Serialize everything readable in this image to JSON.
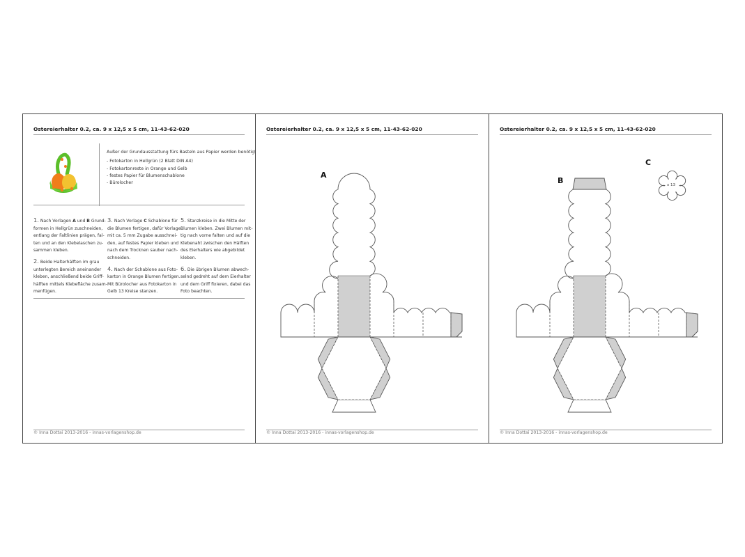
{
  "pages": [
    {
      "header": "Ostereierhalter 0.2, ca. 9 x 12,5 x 5 cm, 11-43-62-020",
      "footer": "© Inna Dottai 2013-2016 - innas-vorlagenshop.de"
    },
    {
      "header": "Ostereierhalter 0.2, ca. 9 x 12,5 x 5 cm, 11-43-62-020",
      "footer": "© Inna Dottai 2013-2016 - innas-vorlagenshop.de",
      "template_label": "A"
    },
    {
      "header": "Ostereierhalter 0.2, ca. 9 x 12,5 x 5 cm, 11-43-62-020",
      "footer": "© Inna Dottai 2013-2016 - innas-vorlagenshop.de",
      "template_label": "B",
      "flower_label": "C",
      "flower_count": "x 13"
    }
  ],
  "materials": {
    "intro": "Außer der Grundausstattung fürs Basteln aus Papier werden benötigt:",
    "items": [
      "- Fotokarton in Hellgrün (2 Blatt DIN A4)",
      "- Fotokartonreste in Orange und Gelb",
      "- festes Papier für Blumenschablone",
      "- Bürolocher"
    ]
  },
  "steps": [
    [
      {
        "num": "1.",
        "lines": [
          [
            " Nach Vorlagen ",
            {
              "b": "A"
            },
            " und ",
            {
              "b": "B"
            },
            " Grund-"
          ],
          [
            "formen in Hellgrün zuschneiden,"
          ],
          [
            "entlang der Faltlinien prägen, fal-"
          ],
          [
            "ten und an den Klebelaschen zu-"
          ],
          [
            "sammen kleben."
          ]
        ]
      },
      {
        "num": "2.",
        "lines": [
          [
            " Beide Halterhälften im grau"
          ],
          [
            "unterlegten Bereich aneinander"
          ],
          [
            "kleben, anschließend beide Griff-"
          ],
          [
            "hälften mittels Klebefläche zusam-"
          ],
          [
            "menfügen."
          ]
        ]
      }
    ],
    [
      {
        "num": "3.",
        "lines": [
          [
            " Nach Vorlage ",
            {
              "b": "C"
            },
            " Schablone für"
          ],
          [
            "die Blumen fertigen, dafür Vorlage"
          ],
          [
            "mit ca. 5 mm Zugabe ausschnei-"
          ],
          [
            "den, auf festes Papier kleben und"
          ],
          [
            "nach dem Trocknen sauber nach-"
          ],
          [
            "schneiden."
          ]
        ]
      },
      {
        "num": "4.",
        "lines": [
          [
            " Nach der Schablone aus Foto-"
          ],
          [
            "karton in Orange Blumen fertigen."
          ],
          [
            "Mit Bürolocher aus Fotokarton in"
          ],
          [
            "Gelb 13 Kreise stanzen."
          ]
        ]
      }
    ],
    [
      {
        "num": "5.",
        "lines": [
          [
            " Stanzkreise in die Mitte der"
          ],
          [
            "Blumen kleben. Zwei Blumen mit-"
          ],
          [
            "tig nach vorne falten und auf die"
          ],
          [
            "Klebenaht zwischen den Hälften"
          ],
          [
            "des Eierhalters wie abgebildet"
          ],
          [
            "kleben."
          ]
        ]
      },
      {
        "num": "6.",
        "lines": [
          [
            " Die übrigen Blumen abwech-"
          ],
          [
            "selnd gedreht auf dem Eierhalter"
          ],
          [
            "und dem Griff fixieren, dabei das"
          ],
          [
            "Foto beachten."
          ]
        ]
      }
    ]
  ],
  "colors": {
    "fold_fill": "#d0d0d0",
    "outline": "#555555",
    "photo_green": "#5cbf2a",
    "photo_orange": "#f07d1a",
    "photo_yellow": "#f2c230"
  }
}
